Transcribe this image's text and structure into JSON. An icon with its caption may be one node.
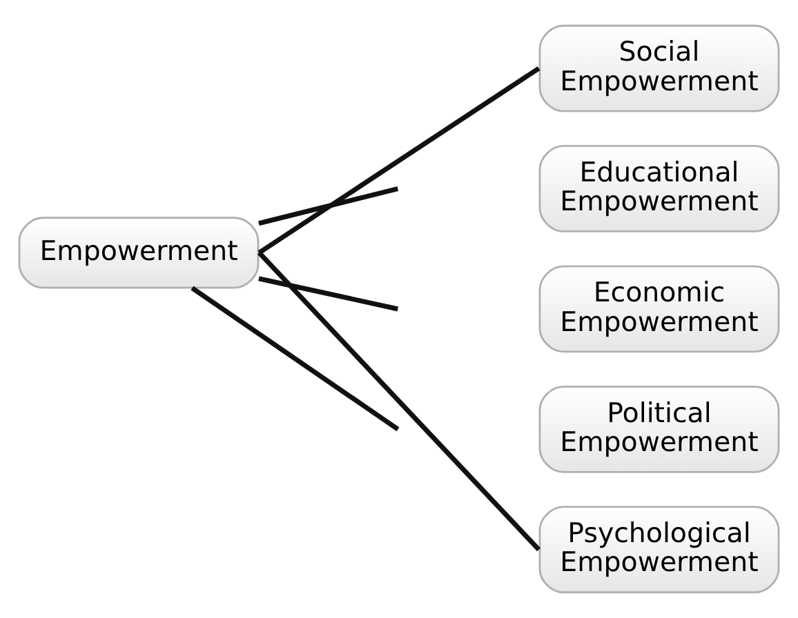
{
  "diagram": {
    "nodes": [
      {
        "text": [
          "Empowerment"
        ]
      },
      {
        "text": [
          "Social Empowerment"
        ]
      },
      {
        "text": [
          "Educational Empowerment"
        ]
      },
      {
        "text": [
          "Economic Empowerment"
        ]
      },
      {
        "text": [
          "Political Empowerment"
        ]
      },
      {
        "text": [
          "Psychological Empowerment"
        ]
      }
    ],
    "edges": [
      {
        "from": 0,
        "to": 1,
        "arrow": "none"
      },
      {
        "from": 0,
        "to": null,
        "arrow": "none"
      },
      {
        "from": 0,
        "to": null,
        "arrow": "none"
      },
      {
        "from": 0,
        "to": null,
        "arrow": "none"
      },
      {
        "from": 0,
        "to": 5,
        "arrow": "none"
      }
    ]
  }
}
